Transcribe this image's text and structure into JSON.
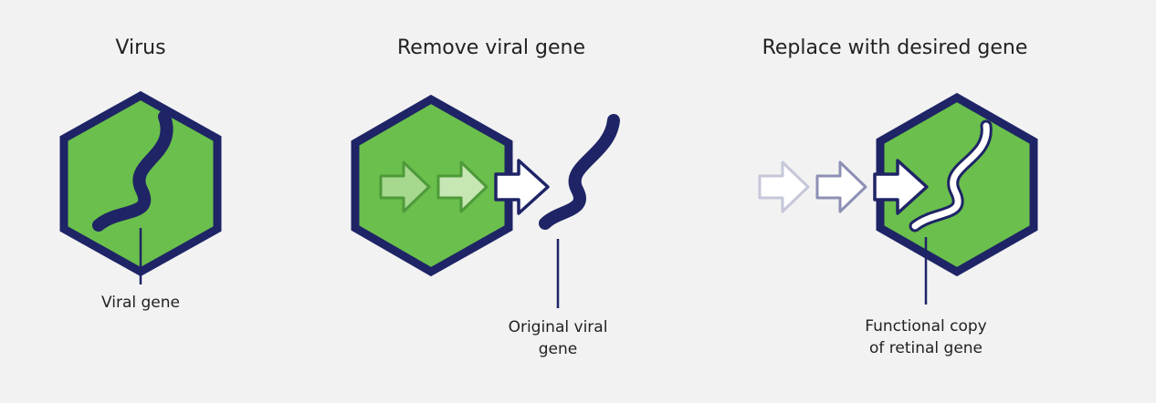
{
  "panels": [
    {
      "title": "Virus",
      "label": "Viral gene"
    },
    {
      "title": "Remove viral gene",
      "label_line1": "Original viral",
      "label_line2": "gene"
    },
    {
      "title": "Replace with desired gene",
      "label_line1": "Functional copy",
      "label_line2": "of retinal gene"
    }
  ],
  "colors": {
    "background": "#f2f2f2",
    "capsid_fill": "#6bbf4c",
    "capsid_outline": "#1e2466",
    "viral_gene": "#1e2466",
    "functional_gene": "#ffffff",
    "arrow": "#ffffff"
  }
}
